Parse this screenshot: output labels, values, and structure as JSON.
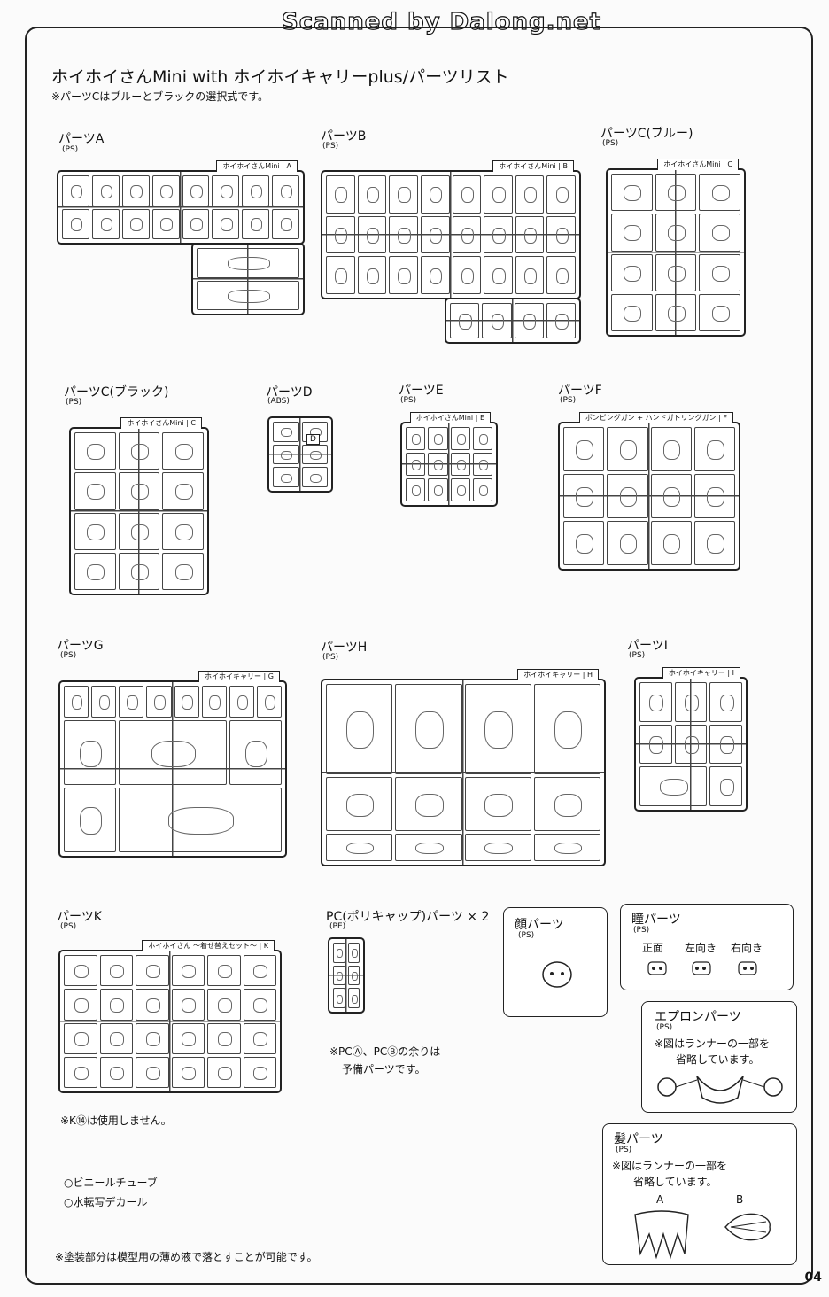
{
  "banner": "Scanned by Dalong.net",
  "title": "ホイホイさんMini with ホイホイキャリーplus/パーツリスト",
  "note_top": "※パーツCはブルーとブラックの選択式です。",
  "runner_brand_mini": "ホイホイさんMini",
  "runner_brand_carry": "ホイホイキャリー",
  "parts": {
    "A": {
      "label": "パーツA",
      "material": "(PS)",
      "tag": "A"
    },
    "B": {
      "label": "パーツB",
      "material": "(PS)",
      "tag": "B"
    },
    "C_blue": {
      "label": "パーツC(ブルー)",
      "material": "(PS)",
      "tag": "C"
    },
    "C_black": {
      "label": "パーツC(ブラック)",
      "material": "(PS)",
      "tag": "C"
    },
    "D": {
      "label": "パーツD",
      "material": "(ABS)",
      "tag": "D"
    },
    "E": {
      "label": "パーツE",
      "material": "(PS)",
      "tag": "E"
    },
    "F": {
      "label": "パーツF",
      "material": "(PS)",
      "tag": "F",
      "brand": "ボンビングガン + ハンドガトリングガン"
    },
    "G": {
      "label": "パーツG",
      "material": "(PS)",
      "tag": "G"
    },
    "H": {
      "label": "パーツH",
      "material": "(PS)",
      "tag": "H"
    },
    "I": {
      "label": "パーツI",
      "material": "(PS)",
      "tag": "I"
    },
    "K": {
      "label": "パーツK",
      "material": "(PS)",
      "tag": "K",
      "brand": "ホイホイさん ～着せ替えセット～"
    }
  },
  "pc": {
    "label": "PC(ポリキャップ)パーツ × 2",
    "material": "(PE)",
    "note1": "※PCⒶ、PCⒷの余りは",
    "note2": "予備パーツです。"
  },
  "face": {
    "label": "顔パーツ",
    "material": "(PS)"
  },
  "eyes": {
    "label": "瞳パーツ",
    "material": "(PS)",
    "front": "正面",
    "left": "左向き",
    "right": "右向き"
  },
  "apron": {
    "label": "エプロンパーツ",
    "material": "(PS)",
    "note1": "※図はランナーの一部を",
    "note2": "省略しています。"
  },
  "hair": {
    "label": "髪パーツ",
    "material": "(PS)",
    "note1": "※図はランナーの一部を",
    "note2": "省略しています。",
    "a": "A",
    "b": "B"
  },
  "k_note": "※K⑭は使用しません。",
  "extras": [
    "○ビニールチューブ",
    "○水転写デカール"
  ],
  "bottom_note": "※塗装部分は模型用の薄め液で落とすことが可能です。",
  "page_number": "04"
}
